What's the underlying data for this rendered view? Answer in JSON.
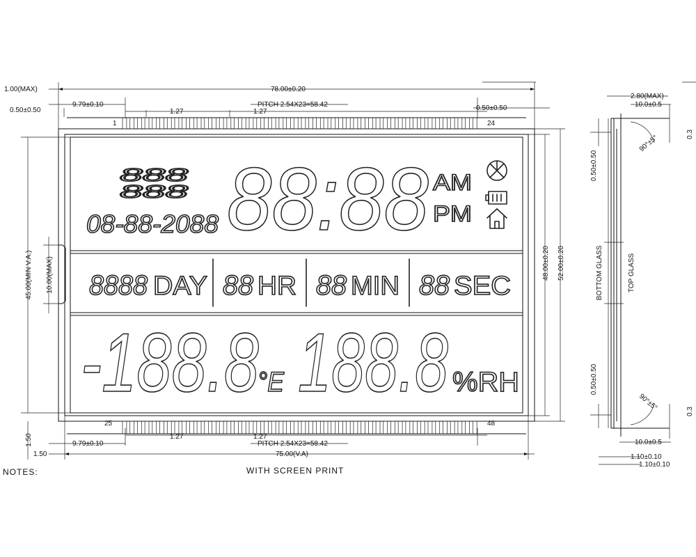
{
  "dimensions": {
    "max_thickness_left": "1.00(MAX)",
    "overall_width": "78.00±0.20",
    "pin_offset_top": "9.79±0.10",
    "left_margin": "0.50±0.50",
    "right_margin": "0.50±0.50",
    "pitch_top": "PITCH 2.54X23=58.42",
    "pin_width_a": "1.27",
    "pin_width_b": "1.27",
    "va_height": "45.00(MIN V.A.)",
    "notch_height": "10.00(MAX)",
    "inner_height": "48.00±0.20",
    "outer_height": "52.00±0.20",
    "bottom_margin": "1.50",
    "pin_offset_bottom": "9.79±0.10",
    "pin_width_c": "1.27",
    "pin_width_d": "1.27",
    "pitch_bottom": "PITCH 2.54X23=58.42",
    "left_edge": "1.50",
    "va_width": "75.00(V.A)",
    "side_thickness": "2.80(MAX)",
    "pin_length_top": "10.0±0.5",
    "angle_top": "90°±5°",
    "gap_top": "0.3",
    "side_margin_top": "0.50±0.50",
    "side_margin_bottom": "0.50±0.50",
    "angle_bottom": "90°±5°",
    "gap_bottom": "0.3",
    "pin_length_bottom": "10.0±0.5",
    "glass_a": "1.10±0.10",
    "glass_b": "1.10±0.10"
  },
  "pins": {
    "top_first": "1",
    "top_last": "24",
    "bottom_first": "25",
    "bottom_last": "48"
  },
  "glass": {
    "bottom": "BOTTOM GLASS",
    "top": "TOP GLASS"
  },
  "lcd": {
    "weekday_digits": "888",
    "date": "08-88-2088",
    "time": "88:88",
    "am": "AM",
    "pm": "PM",
    "counter_days_digits": "8888",
    "day": "DAY",
    "hr_digits": "88",
    "hr": "HR",
    "min_digits": "88",
    "min": "MIN",
    "sec_digits": "88",
    "sec": "SEC",
    "temperature": "-188.8",
    "temp_unit": "°E",
    "humidity": "188.8",
    "humidity_unit": "%RH"
  },
  "labels": {
    "notes": "NOTES:",
    "screen_print": "WITH SCREEN PRINT"
  }
}
